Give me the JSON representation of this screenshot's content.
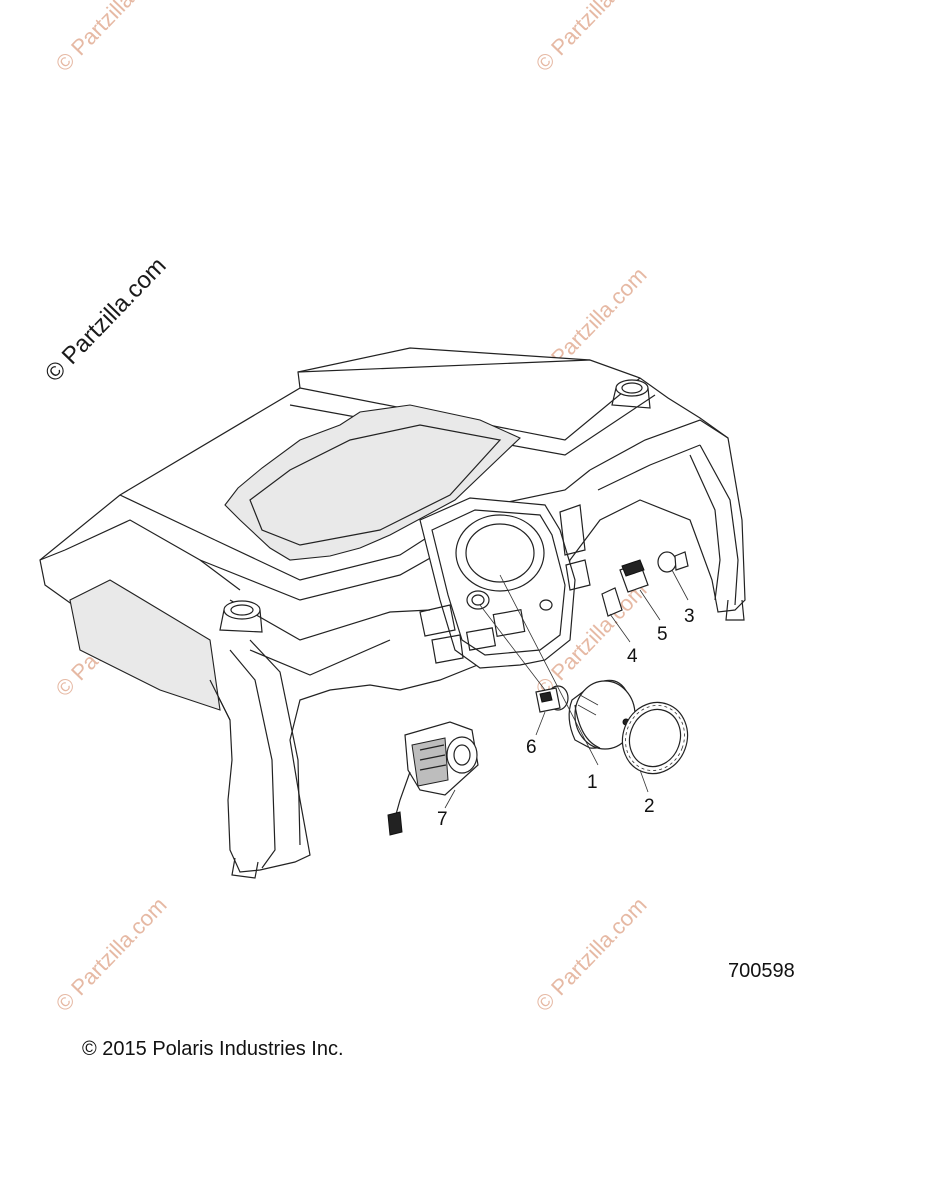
{
  "watermark": {
    "main": "© Partzilla.com",
    "faint": "© Partzilla.com"
  },
  "callouts": [
    "1",
    "2",
    "3",
    "4",
    "5",
    "6",
    "7"
  ],
  "drawing_number": "700598",
  "copyright": "© 2015 Polaris Industries Inc.",
  "colors": {
    "line": "#222222",
    "watermark": "#e6b9a4",
    "background": "#ffffff"
  }
}
